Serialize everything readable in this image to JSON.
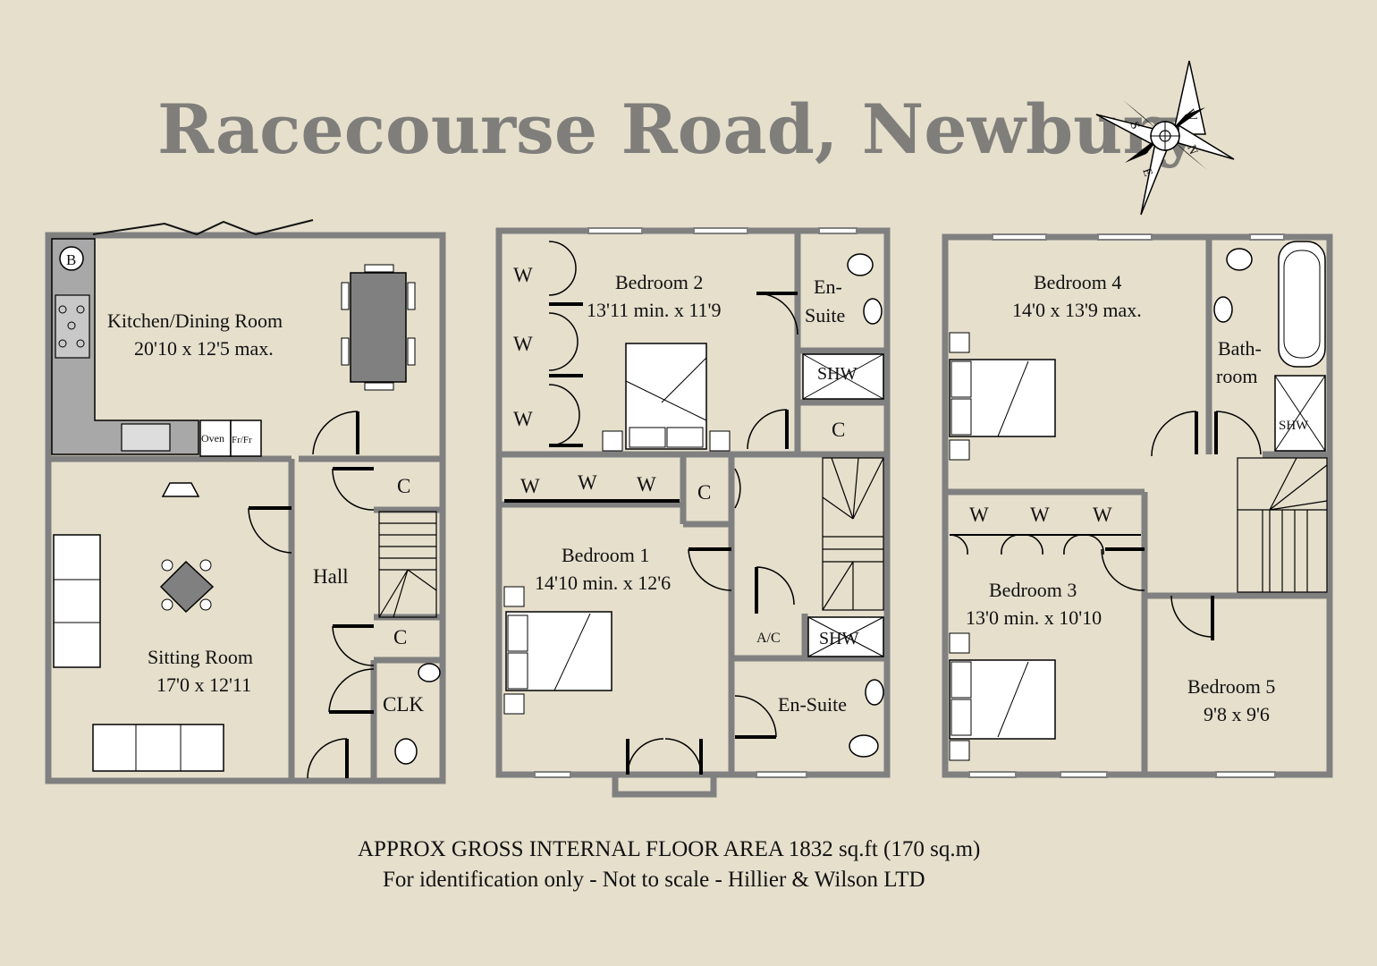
{
  "title": "Racecourse Road, Newbury",
  "compass": {
    "letters": [
      "N",
      "E",
      "S",
      "W"
    ]
  },
  "floors": {
    "ground": {
      "kitchen": {
        "name": "Kitchen/Dining Room",
        "size": "20'10 x 12'5 max."
      },
      "sitting": {
        "name": "Sitting Room",
        "size": "17'0 x 12'11"
      },
      "hall": "Hall",
      "cupboard1": "C",
      "cupboard2": "C",
      "clk": "CLK",
      "boiler": "B",
      "oven": "Oven",
      "fridge": "Fr/Fr"
    },
    "first": {
      "bed2": {
        "name": "Bedroom 2",
        "size": "13'11 min. x 11'9"
      },
      "ensuite_top": {
        "line1": "En-",
        "line2": "Suite"
      },
      "shw_top": "SHW",
      "cupboard_top": "C",
      "bed1": {
        "name": "Bedroom 1",
        "size": "14'10 min. x 12'6"
      },
      "cupboard_mid": "C",
      "ac": "A/C",
      "shw_bottom": "SHW",
      "ensuite_bottom": "En-Suite",
      "wardrobe": "W"
    },
    "second": {
      "bed4": {
        "name": "Bedroom 4",
        "size": "14'0 x 13'9 max."
      },
      "bathroom": {
        "line1": "Bath-",
        "line2": "room"
      },
      "shw": "SHW",
      "bed3": {
        "name": "Bedroom 3",
        "size": "13'0 min. x 10'10"
      },
      "bed5": {
        "name": "Bedroom 5",
        "size": "9'8 x 9'6"
      },
      "wardrobe": "W"
    }
  },
  "footer": {
    "line1": "APPROX GROSS INTERNAL FLOOR AREA 1832 sq.ft (170 sq.m)",
    "line2": "For identification only - Not to scale - Hillier & Wilson LTD"
  },
  "colors": {
    "background": "#e5dfcc",
    "wall": "#808080",
    "title": "#7f7e7a",
    "worktop": "#a8a8a8"
  }
}
